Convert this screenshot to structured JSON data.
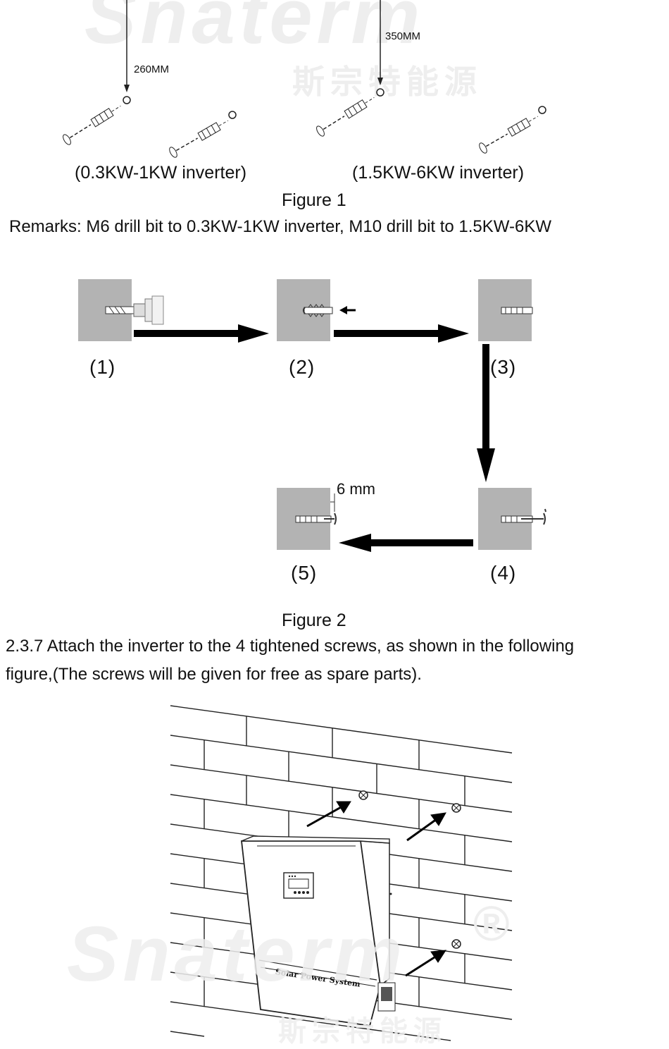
{
  "watermark": {
    "brand": "Snaterm",
    "chinese": "斯宗特能源",
    "registered": "®"
  },
  "figure1": {
    "dim_left": "260MM",
    "dim_right": "350MM",
    "label_left": "(0.3KW-1KW inverter)",
    "label_right": "(1.5KW-6KW inverter)",
    "caption": "Figure 1",
    "remarks": "Remarks: M6 drill bit to 0.3KW-1KW inverter, M10 drill bit to 1.5KW-6KW"
  },
  "figure2": {
    "steps": [
      "(1)",
      "(2)",
      "(3)",
      "(4)",
      "(5)"
    ],
    "gap_label": "6 mm",
    "caption": "Figure 2"
  },
  "section": {
    "line1": "2.3.7 Attach the inverter to the 4 tightened screws, as shown in the following",
    "line2": "figure,(The screws will be given for free as spare parts)."
  },
  "figure3": {
    "device_label": "Solar Power System"
  }
}
